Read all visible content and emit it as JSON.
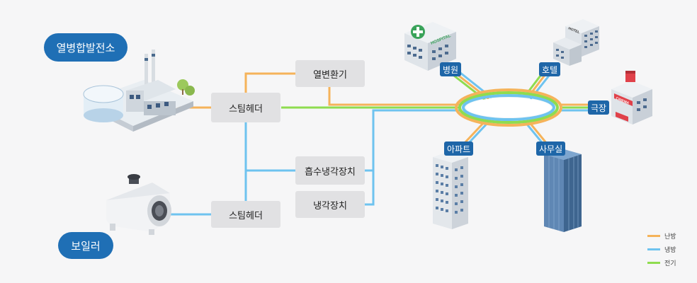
{
  "sources": {
    "chp_label": "열병합발전소",
    "boiler_label": "보일러"
  },
  "equipment": {
    "steam_header_top": "스팀헤더",
    "steam_header_bottom": "스팀헤더",
    "heat_exchanger": "열변환기",
    "absorption_chiller": "흡수냉각장치",
    "chiller": "냉각장치"
  },
  "destinations": {
    "hospital": "병원",
    "hotel": "호텔",
    "theater": "극장",
    "apartment": "아파트",
    "office": "사무실"
  },
  "building_signs": {
    "hospital": "HOSPITAL",
    "hotel": "HOTEL",
    "theater": "CINEMA"
  },
  "legend": [
    {
      "label": "난방",
      "color": "#f5b35a"
    },
    {
      "label": "냉방",
      "color": "#6ec3ef"
    },
    {
      "label": "전기",
      "color": "#8fdc4f"
    }
  ]
}
